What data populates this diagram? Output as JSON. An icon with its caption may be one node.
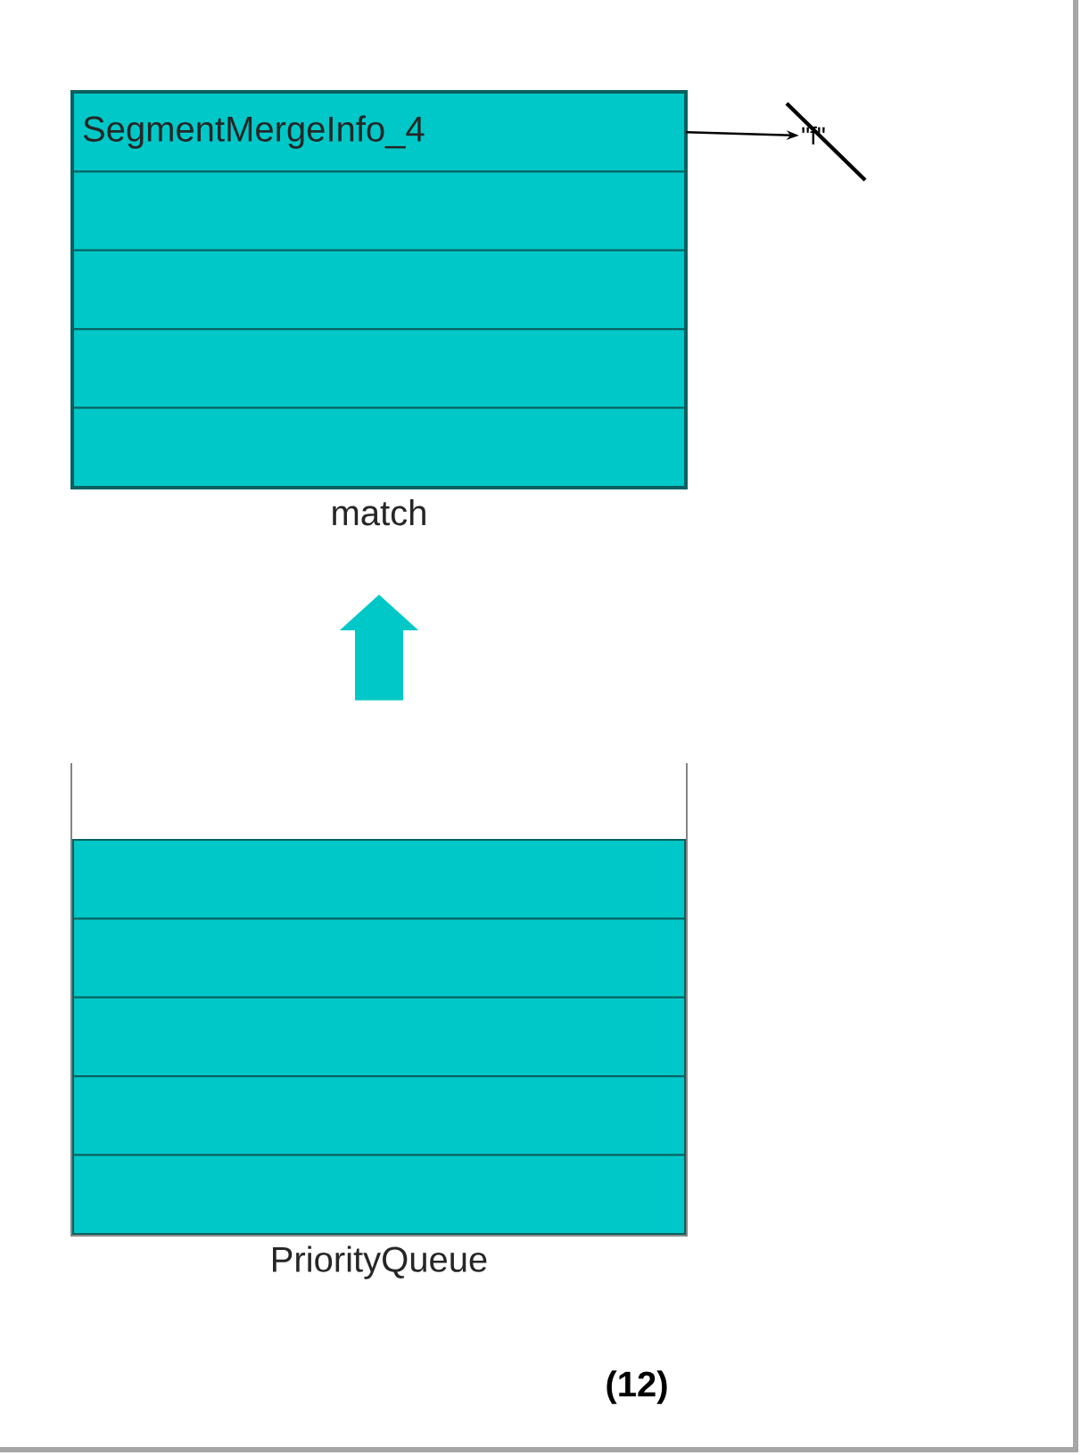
{
  "diagram": {
    "nodes": [
      {
        "text": [
          "match"
        ]
      },
      {
        "text": [
          "SegmentMergeInfo_4"
        ],
        "in": 0
      },
      {
        "text": [],
        "shape": "box",
        "in": 0
      },
      {
        "text": [],
        "shape": "box",
        "in": 0
      },
      {
        "text": [],
        "shape": "box",
        "in": 0
      },
      {
        "text": [],
        "shape": "box",
        "in": 0
      },
      {
        "text": [
          "\"f\""
        ]
      },
      {
        "text": [
          "PriorityQueue"
        ]
      },
      {
        "text": [],
        "shape": "box",
        "in": 7
      },
      {
        "text": [],
        "shape": "box",
        "in": 7
      },
      {
        "text": [],
        "shape": "box",
        "in": 7
      },
      {
        "text": [],
        "shape": "box",
        "in": 7
      },
      {
        "text": [],
        "shape": "box",
        "in": 7
      }
    ],
    "edges": [
      {
        "from": 1,
        "to": 6,
        "arrow": "to"
      },
      {
        "from": 7,
        "to": 0,
        "arrow": "to",
        "style": "thick",
        "color": "#00c8c8"
      }
    ],
    "labels": [
      "(12)"
    ]
  }
}
